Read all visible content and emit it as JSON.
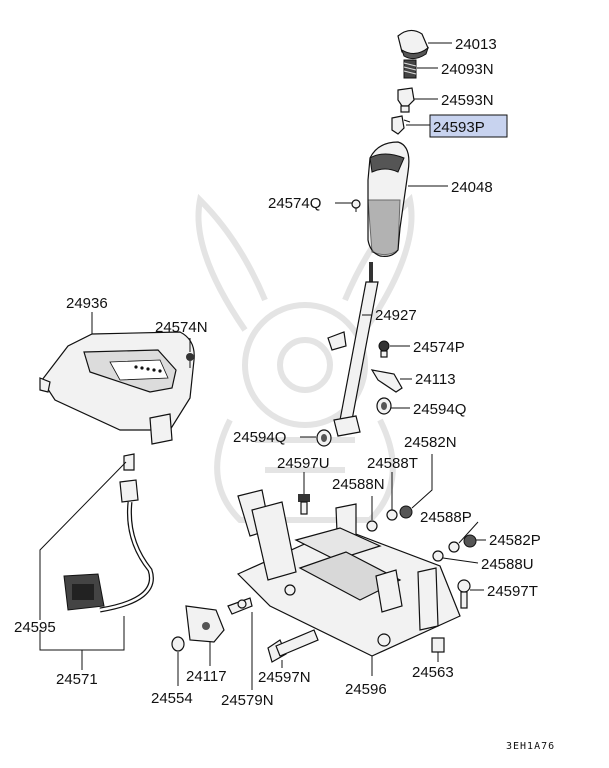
{
  "diagram": {
    "code": "3EH1A76",
    "highlight_fill": "#c8d3ef",
    "parts": {
      "p24013": "24013",
      "p24093N": "24093N",
      "p24593N": "24593N",
      "p24593P": "24593P",
      "p24048": "24048",
      "p24574Q": "24574Q",
      "p24936": "24936",
      "p24574N": "24574N",
      "p24927": "24927",
      "p24574P": "24574P",
      "p24113": "24113",
      "p24594Q_right": "24594Q",
      "p24594Q_left": "24594Q",
      "p24582N": "24582N",
      "p24597U": "24597U",
      "p24588T": "24588T",
      "p24588N": "24588N",
      "p24588P": "24588P",
      "p24582P": "24582P",
      "p24588U": "24588U",
      "p24597T": "24597T",
      "p24595": "24595",
      "p24571": "24571",
      "p24117": "24117",
      "p24597N": "24597N",
      "p24563": "24563",
      "p24554": "24554",
      "p24579N": "24579N",
      "p24596": "24596"
    }
  }
}
